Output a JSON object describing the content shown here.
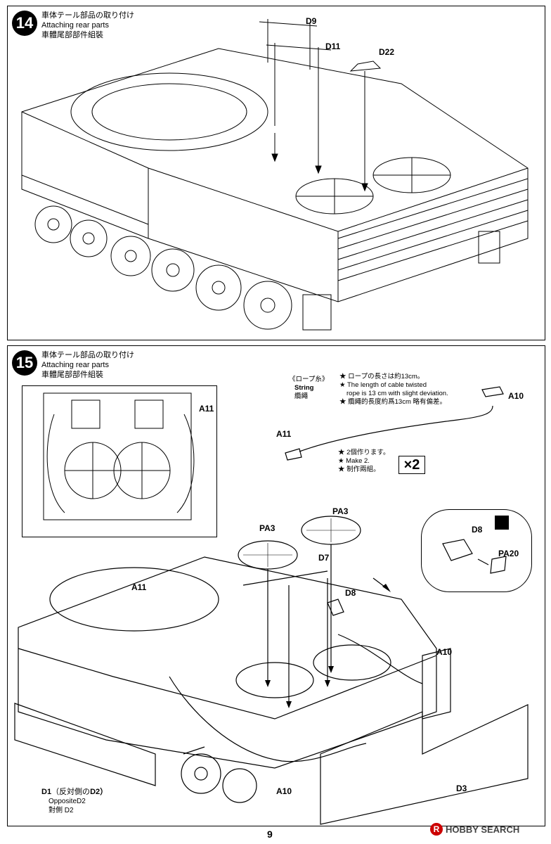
{
  "page_number": "9",
  "watermark": "HOBBY SEARCH",
  "step14": {
    "number": "14",
    "title_jp": "車体テール部品の取り付け",
    "title_en": "Attaching rear parts",
    "title_cn": "車體尾部部件組裝",
    "labels": [
      "D9",
      "D11",
      "D22"
    ]
  },
  "step15": {
    "number": "15",
    "title_jp": "車体テール部品の取り付け",
    "title_en": "Attaching rear parts",
    "title_cn": "車體尾部部件組裝",
    "string_jp": "《ロープ糸》",
    "string_en": "String",
    "string_cn": "纜繩",
    "rope_note_jp": "★ ロープの長さは約13cm。",
    "rope_note_en1": "★ The length of cable twisted",
    "rope_note_en2": "rope is 13 cm with slight deviation.",
    "rope_note_cn": "★ 纜繩的長度約爲13cm 略有偏差。",
    "make_jp": "★ 2個作ります。",
    "make_en": "★ Make 2.",
    "make_cn": "★ 制作兩組。",
    "multiplier": "×2",
    "labels": {
      "a11_inset": "A11",
      "a10_cable": "A10",
      "a11_cable": "A11",
      "pa3_left": "PA3",
      "pa3_right": "PA3",
      "d7": "D7",
      "d8_main": "D8",
      "d8_callout": "D8",
      "pa20": "PA20",
      "a11_main": "A11",
      "a10_right": "A10",
      "a10_bottom": "A10",
      "d3": "D3",
      "d1_prefix": "D1",
      "d1_paren": "（反対側の",
      "d2_jp": "D2）",
      "d1_opposite": "OppositeD2",
      "d1_cn": "對側 D2"
    }
  }
}
